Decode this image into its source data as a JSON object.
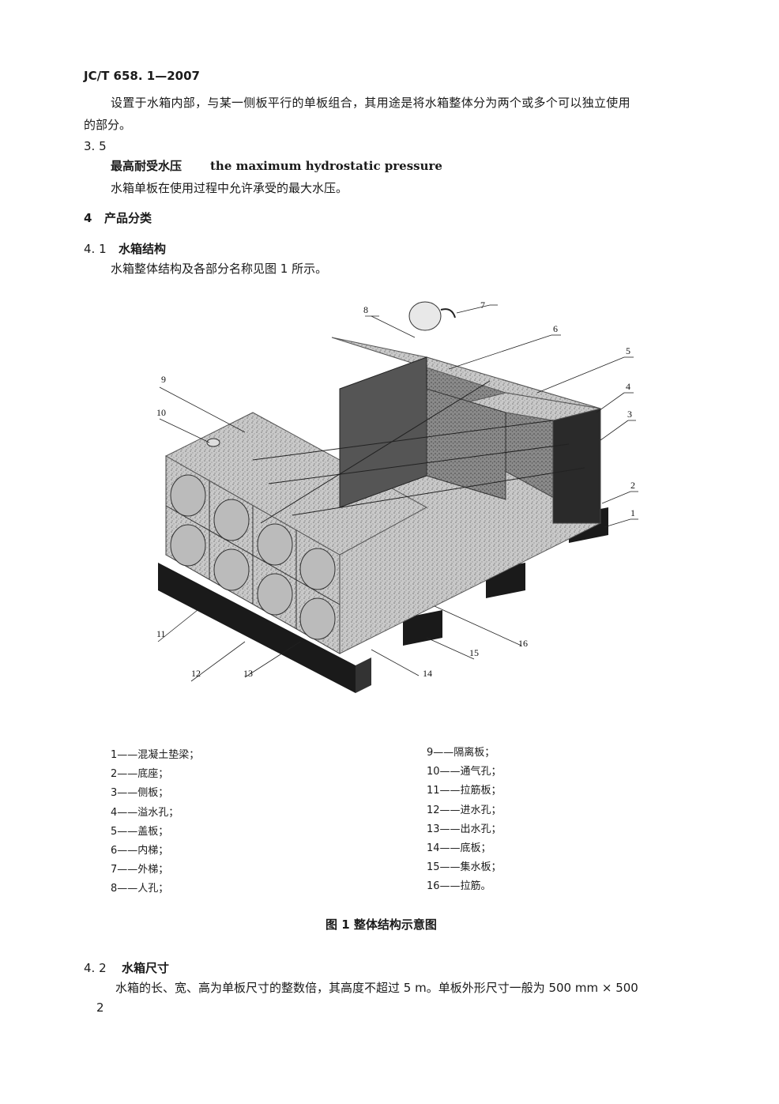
{
  "header": {
    "standard_code": "JC/T 658. 1—2007"
  },
  "body": {
    "para_partition_line1": "设置于水箱内部，与某一侧板平行的单板组合，其用途是将水箱整体分为两个或多个可以独立使用",
    "para_partition_line2": "的部分。",
    "clause_3_5_number": "3. 5",
    "clause_3_5_term_cn": "最高耐受水压",
    "clause_3_5_term_en": "the maximum hydrostatic pressure",
    "clause_3_5_definition": "水箱单板在使用过程中允许承受的最大水压。",
    "section_4_number": "4",
    "section_4_title": "产品分类",
    "clause_4_1_number": "4. 1",
    "clause_4_1_title": "水箱结构",
    "clause_4_1_text": "水箱整体结构及各部分名称见图 1 所示。"
  },
  "figure": {
    "callout_numbers": [
      "1",
      "2",
      "3",
      "4",
      "5",
      "6",
      "7",
      "8",
      "9",
      "10",
      "11",
      "12",
      "13",
      "14",
      "15",
      "16"
    ],
    "legend_left": [
      "1——混凝土垫梁；",
      "2——底座；",
      "3——侧板；",
      "4——溢水孔；",
      "5——盖板；",
      "6——内梯；",
      "7——外梯；",
      "8——人孔；"
    ],
    "legend_right": [
      "9——隔离板；",
      "10——通气孔；",
      "11——拉筋板；",
      "12——进水孔；",
      "13——出水孔；",
      "14——底板；",
      "15——集水板；",
      "16——拉筋。"
    ],
    "caption": "图 1   整体结构示意图"
  },
  "section_4_2": {
    "number": "4. 2",
    "title": "水箱尺寸",
    "text": "水箱的长、宽、高为单板尺寸的整数倍，其高度不超过 5 m。单板外形尺寸一般为 500 mm × 500"
  },
  "footer": {
    "page_number": "2"
  }
}
